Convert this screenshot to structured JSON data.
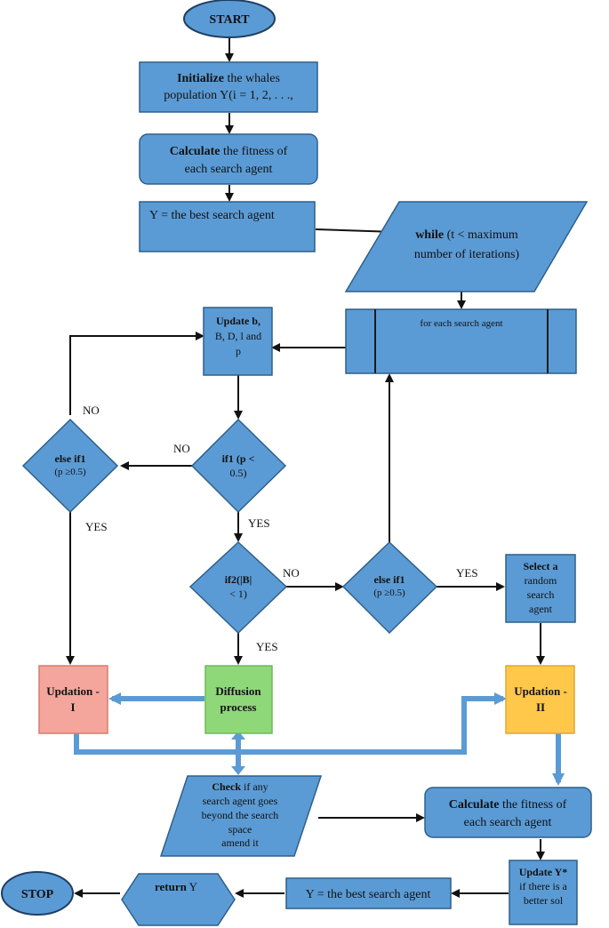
{
  "nodes": {
    "start": "START",
    "init": {
      "b": "Initialize",
      "r": " the whales",
      "l2": "population Y",
      "l2b": "(i = 1, 2, . . .,"
    },
    "fit1": {
      "b": "Calculate",
      "r": " the fitness of",
      "l2": "each search agent"
    },
    "best1": {
      "b": "Y",
      "r": " = the best search agent"
    },
    "while": {
      "b": "while",
      "r": " (t < maximum",
      "l2": "number of iterations)"
    },
    "for": {
      "b": "for",
      "r": " each search agent"
    },
    "update": {
      "l1": "Update b,",
      "l2": "B, D, l and",
      "l3": "p"
    },
    "if1": {
      "l1": "if1 (p <",
      "l2": "0.5)"
    },
    "elseif_left": {
      "l1": "else if1",
      "l2": "(p ≥0.5)"
    },
    "if2": {
      "l1": "if2(|B|",
      "l2": "< 1)"
    },
    "elseif_right": {
      "l1": "else if1",
      "l2": "(p ≥0.5)"
    },
    "select": {
      "l1": "Select a",
      "l2": "random",
      "l3": "search",
      "l4": "agent"
    },
    "updation1": {
      "l1": "Updation -",
      "l2": "I"
    },
    "diffusion": {
      "l1": "Diffusion",
      "l2": "process"
    },
    "updation2": {
      "l1": "Updation -",
      "l2": "II"
    },
    "check": {
      "b": "Check",
      "r": " if any",
      "l2": "search agent goes",
      "l3": "beyond the search",
      "l4": "space",
      "l5": "amend it"
    },
    "fit2": {
      "b": "Calculate",
      "r": " the fitness of",
      "l2": "each search agent"
    },
    "updatey": {
      "l1": "Update Y*",
      "l2": "if there is a",
      "l3": "better sol"
    },
    "best2": {
      "b": "Y",
      "r": " = the best search agent"
    },
    "return": {
      "b": "return",
      "r": " Y"
    },
    "stop": "STOP"
  },
  "edge_labels": {
    "no_left": "NO",
    "no_mid": "NO",
    "yes_mid": "YES",
    "yes_left": "YES",
    "no_if2": "NO",
    "yes_if2": "YES",
    "yes_right": "YES"
  },
  "colors": {
    "shape_fill": "#5b9bd5",
    "updation1_fill": "#f4a69c",
    "diffusion_fill": "#8fd87a",
    "updation2_fill": "#ffc84a"
  }
}
